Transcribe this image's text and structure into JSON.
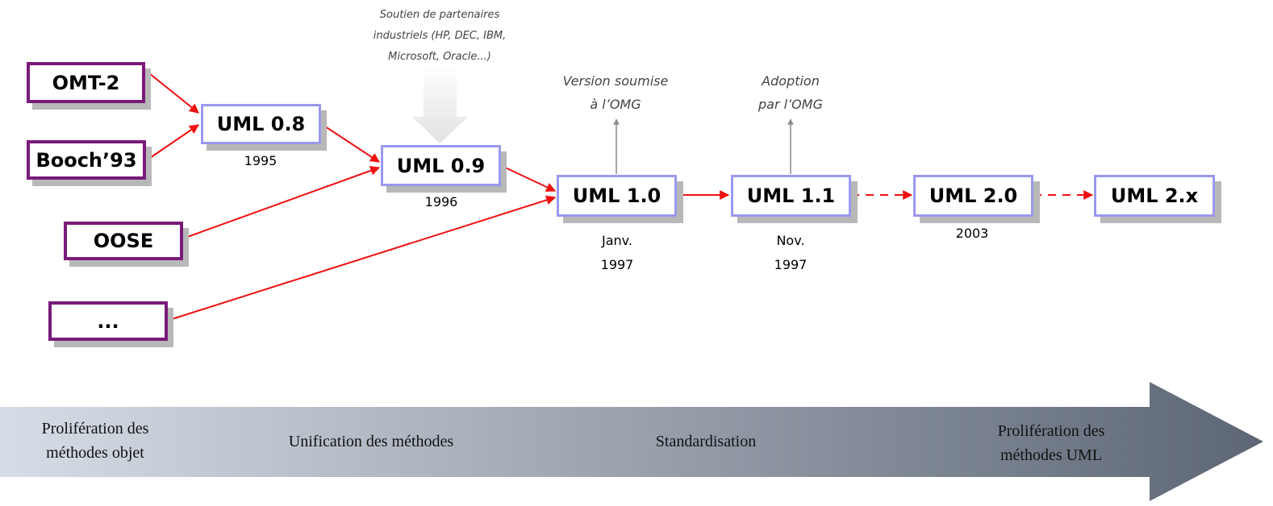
{
  "sources": [
    {
      "label": "OMT-2"
    },
    {
      "label": "Booch’93"
    },
    {
      "label": "OOSE"
    },
    {
      "label": "..."
    }
  ],
  "versions": [
    {
      "label": "UML 0.8",
      "date": "1995"
    },
    {
      "label": "UML 0.9",
      "date": "1996"
    },
    {
      "label": "UML 1.0",
      "date_line1": "Janv.",
      "date_line2": "1997"
    },
    {
      "label": "UML 1.1",
      "date_line1": "Nov.",
      "date_line2": "1997"
    },
    {
      "label": "UML 2.0",
      "date": "2003"
    },
    {
      "label": "UML 2.x"
    }
  ],
  "notes": {
    "partners": [
      "Soutien de partenaires",
      "industriels (HP, DEC, IBM,",
      "Microsoft, Oracle...)"
    ],
    "submitted": [
      "Version soumise",
      "à l’OMG"
    ],
    "adopted": [
      "Adoption",
      "par l’OMG"
    ]
  },
  "phases": [
    {
      "line1": "Prolifération des",
      "line2": "méthodes objet"
    },
    {
      "line1": "Unification des méthodes"
    },
    {
      "line1": "Standardisation"
    },
    {
      "line1": "Prolifération des",
      "line2": "méthodes UML"
    }
  ],
  "colors": {
    "source_border": "#7a1a7a",
    "version_border": "#9999ee",
    "arrow": "#ee1111",
    "note_arrow": "#888888",
    "band_start": "#d6dde6",
    "band_end": "#5d6675"
  }
}
